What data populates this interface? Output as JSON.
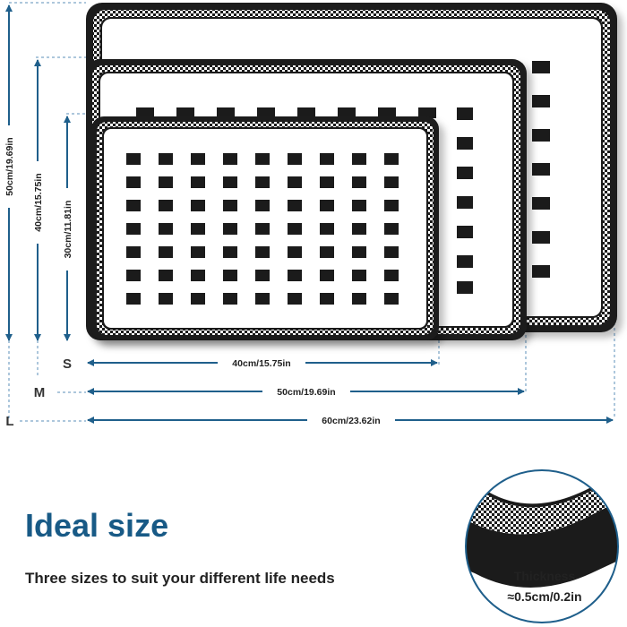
{
  "sizes": [
    {
      "letter": "S",
      "width_label": "40cm/15.75in",
      "height_label": "30cm/11.81in"
    },
    {
      "letter": "M",
      "width_label": "50cm/19.69in",
      "height_label": "40cm/15.75in"
    },
    {
      "letter": "L",
      "width_label": "60cm/23.62in",
      "height_label": "50cm/19.69in"
    }
  ],
  "headline": "Ideal size",
  "subline": "Three sizes to suit your different life needs",
  "callout": {
    "title": "Thickness",
    "value": "≈0.5cm/0.2in"
  },
  "colors": {
    "headline": "#185a86",
    "dimension_line": "#1f5f8b",
    "mat": "#1b1b1b",
    "guide": "#5b8fb9"
  }
}
